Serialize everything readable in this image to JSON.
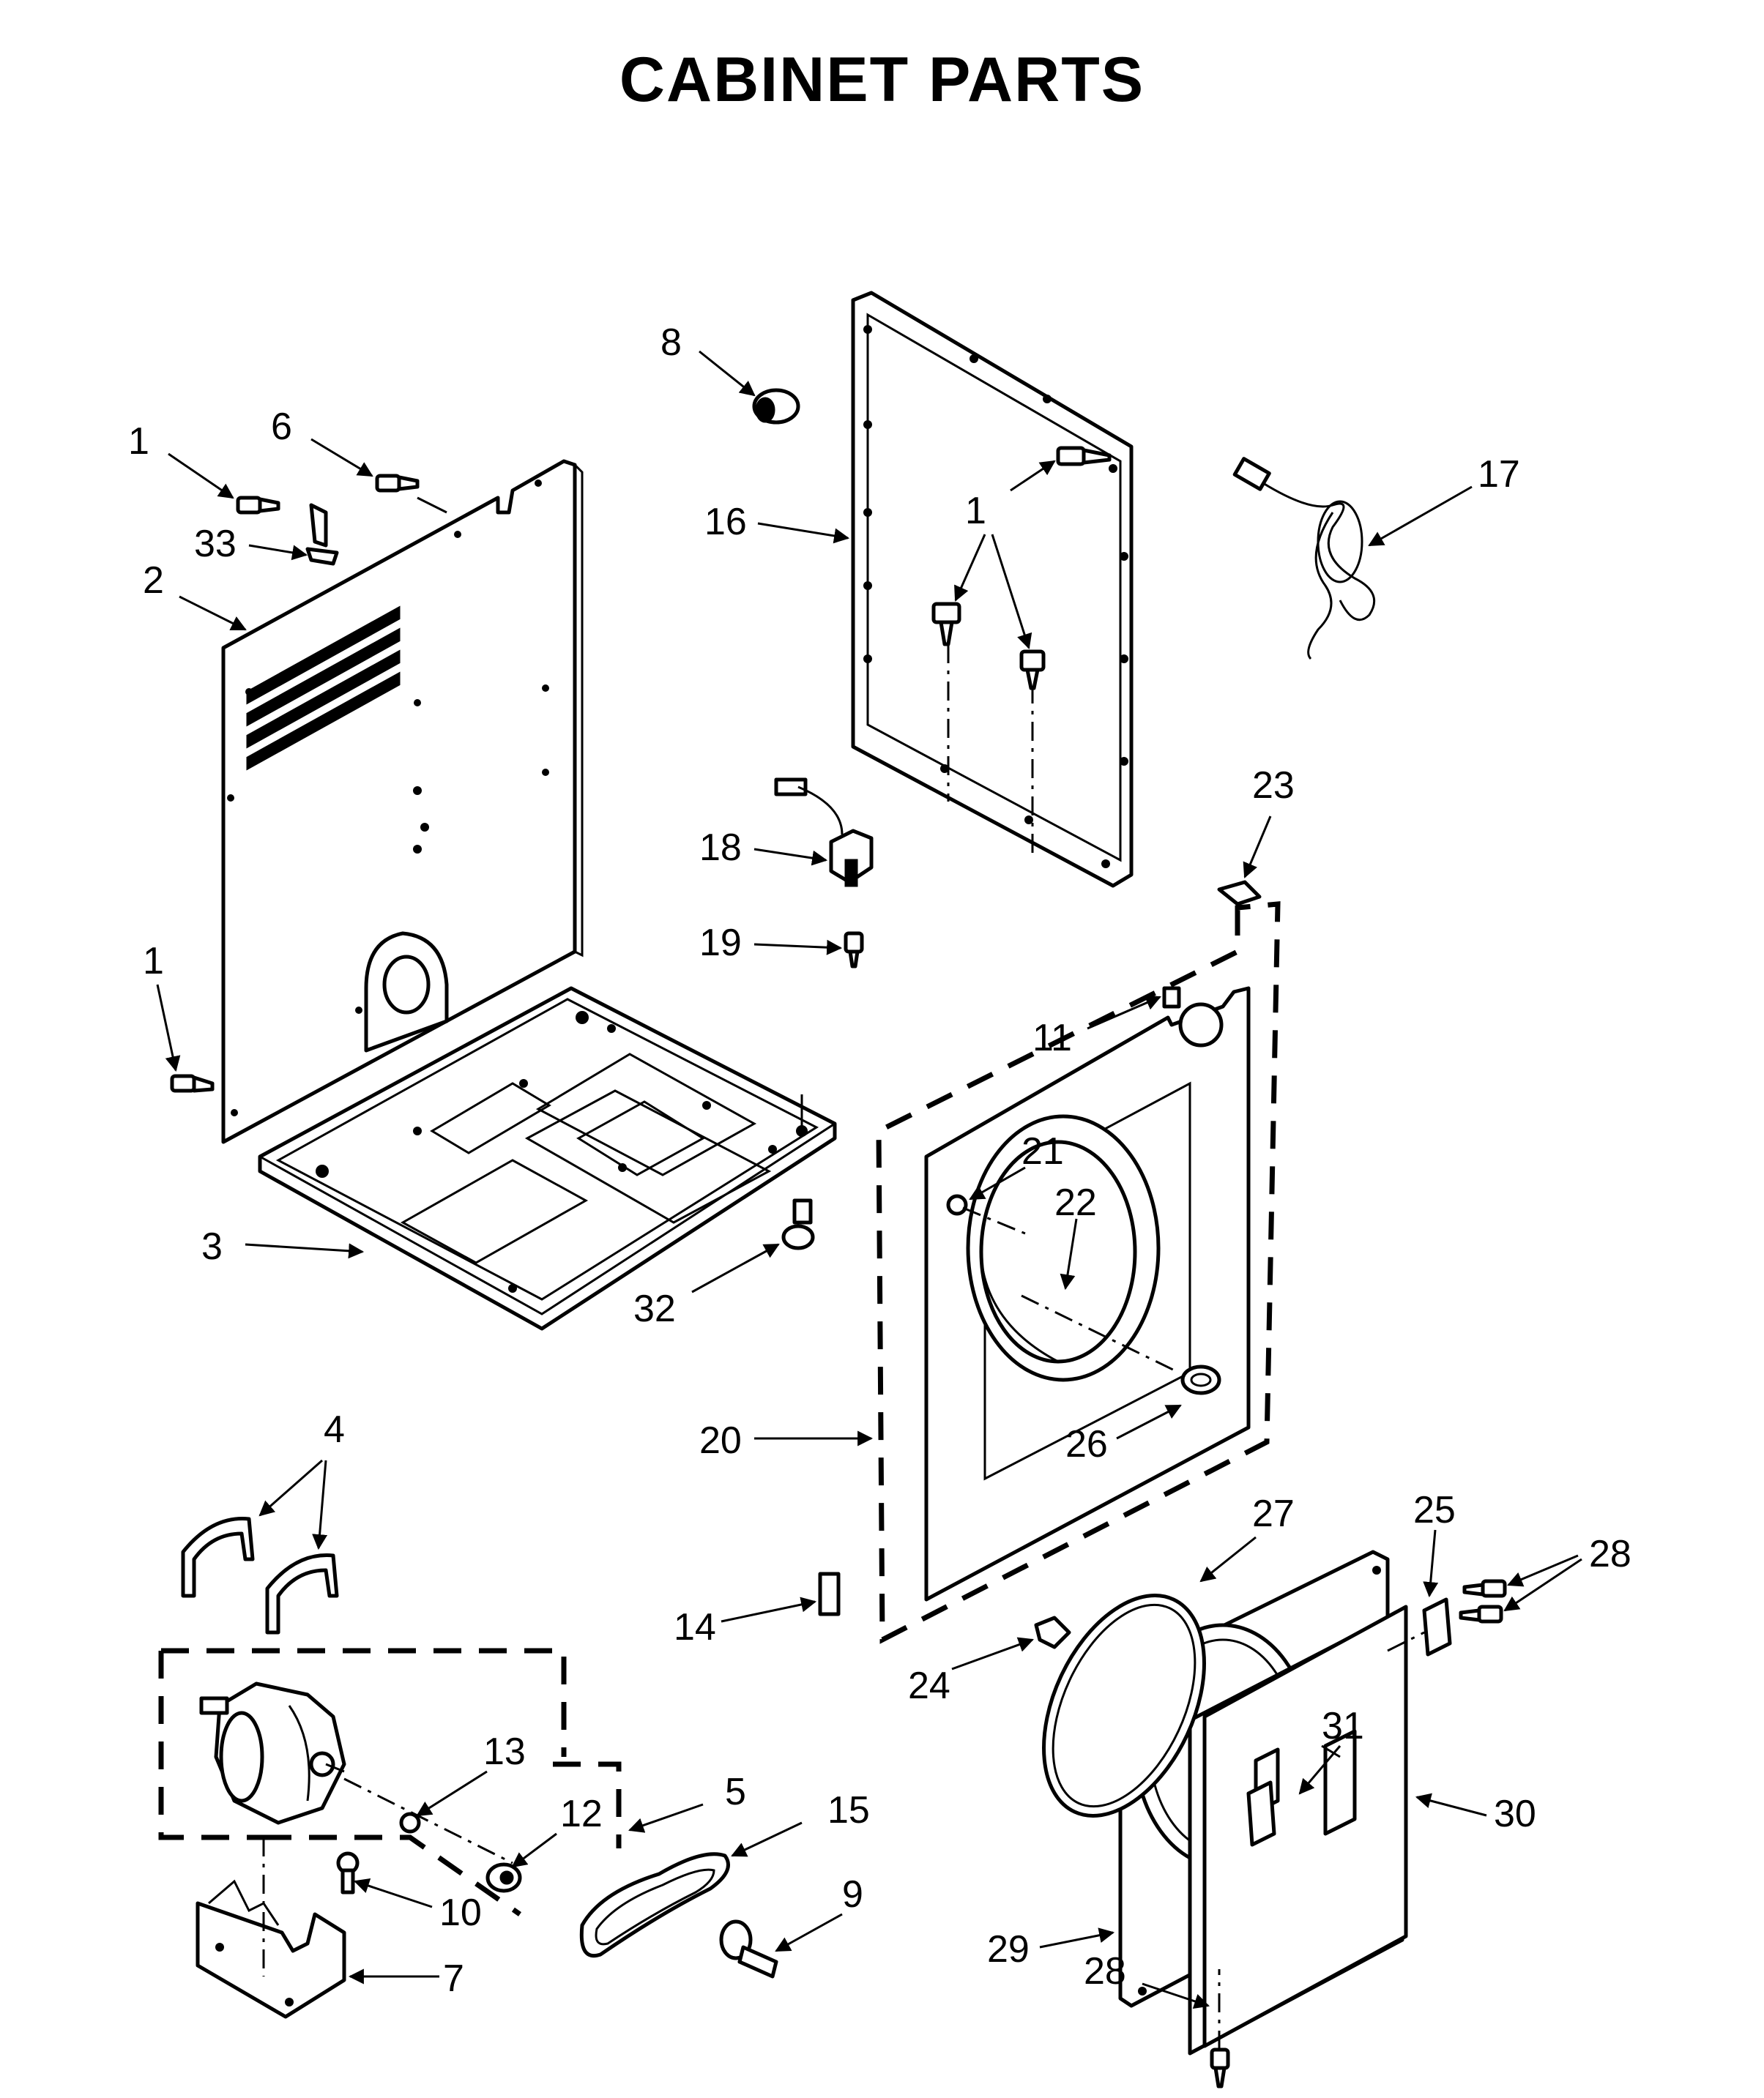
{
  "title": "CABINET PARTS",
  "callouts": [
    {
      "id": "c1a",
      "text": "1"
    },
    {
      "id": "c6",
      "text": "6"
    },
    {
      "id": "c33",
      "text": "33"
    },
    {
      "id": "c2",
      "text": "2"
    },
    {
      "id": "c8",
      "text": "8"
    },
    {
      "id": "c16",
      "text": "16"
    },
    {
      "id": "c1b",
      "text": "1"
    },
    {
      "id": "c17",
      "text": "17"
    },
    {
      "id": "c18",
      "text": "18"
    },
    {
      "id": "c19",
      "text": "19"
    },
    {
      "id": "c23",
      "text": "23"
    },
    {
      "id": "c1c",
      "text": "1"
    },
    {
      "id": "c11",
      "text": "11"
    },
    {
      "id": "c21",
      "text": "21"
    },
    {
      "id": "c22",
      "text": "22"
    },
    {
      "id": "c3",
      "text": "3"
    },
    {
      "id": "c32",
      "text": "32"
    },
    {
      "id": "c26",
      "text": "26"
    },
    {
      "id": "c20",
      "text": "20"
    },
    {
      "id": "c4",
      "text": "4"
    },
    {
      "id": "c27",
      "text": "27"
    },
    {
      "id": "c25",
      "text": "25"
    },
    {
      "id": "c28a",
      "text": "28"
    },
    {
      "id": "c14",
      "text": "14"
    },
    {
      "id": "c24",
      "text": "24"
    },
    {
      "id": "c13",
      "text": "13"
    },
    {
      "id": "c5",
      "text": "5"
    },
    {
      "id": "c15",
      "text": "15"
    },
    {
      "id": "c12",
      "text": "12"
    },
    {
      "id": "c31",
      "text": "31"
    },
    {
      "id": "c30",
      "text": "30"
    },
    {
      "id": "c9",
      "text": "9"
    },
    {
      "id": "c10",
      "text": "10"
    },
    {
      "id": "c29",
      "text": "29"
    },
    {
      "id": "c7",
      "text": "7"
    },
    {
      "id": "c28b",
      "text": "28"
    }
  ]
}
